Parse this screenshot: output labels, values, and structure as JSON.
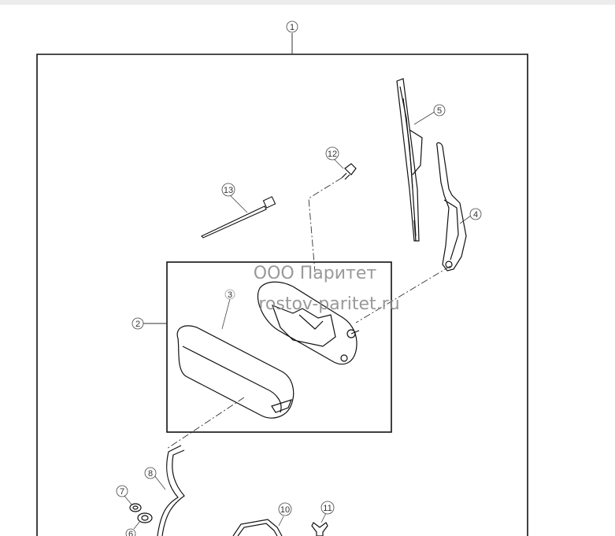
{
  "watermark": {
    "line1": "ООО Паритет",
    "line2": "rostov-paritet.ru"
  },
  "callouts": [
    {
      "id": "c1",
      "label": "1"
    },
    {
      "id": "c2",
      "label": "2"
    },
    {
      "id": "c3",
      "label": "3"
    },
    {
      "id": "c4",
      "label": "4"
    },
    {
      "id": "c5",
      "label": "5"
    },
    {
      "id": "c6",
      "label": "6"
    },
    {
      "id": "c7",
      "label": "7"
    },
    {
      "id": "c8",
      "label": "8"
    },
    {
      "id": "c10",
      "label": "10"
    },
    {
      "id": "c11",
      "label": "11"
    },
    {
      "id": "c12",
      "label": "12"
    },
    {
      "id": "c13",
      "label": "13"
    }
  ],
  "colors": {
    "line": "#111111",
    "callout": "#444444",
    "watermark": "#888888"
  }
}
